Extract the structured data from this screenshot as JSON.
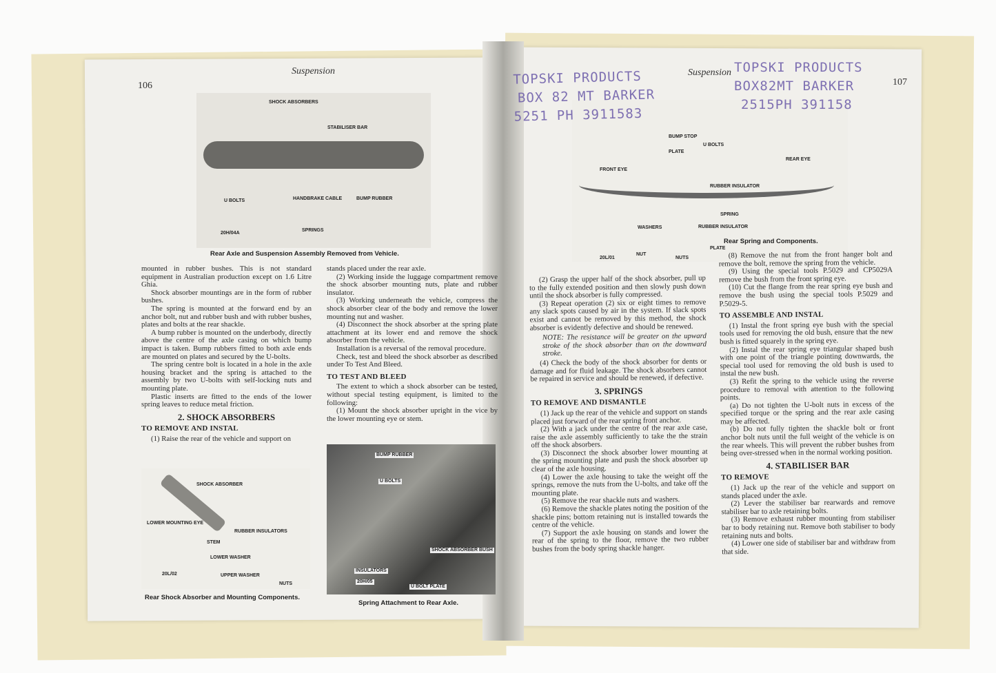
{
  "left_page": {
    "number": "106",
    "running_head": "Suspension",
    "fig1": {
      "labels": [
        "SHOCK ABSORBERS",
        "STABILISER BAR",
        "U BOLTS",
        "HANDBRAKE CABLE",
        "BUMP RUBBER",
        "SPRINGS",
        "20H/04A"
      ],
      "caption": "Rear Axle and Suspension Assembly Removed from Vehicle."
    },
    "fig2": {
      "labels": [
        "SHOCK ABSORBER",
        "LOWER MOUNTING EYE",
        "RUBBER INSULATORS",
        "STEM",
        "LOWER WASHER",
        "UPPER WASHER",
        "NUTS",
        "20L/02"
      ],
      "caption": "Rear Shock Absorber and Mounting Components."
    },
    "fig3": {
      "labels": [
        "BUMP RUBBER",
        "U BOLTS",
        "SHOCK ABSORBER BUSH",
        "INSULATORS",
        "20H/05",
        "U BOLT PLATE"
      ],
      "caption": "Spring Attachment to Rear Axle."
    },
    "col1": [
      {
        "t": "p0",
        "text": "mounted in rubber bushes. This is not standard equipment in Australian production except on 1.6 Litre Ghia."
      },
      {
        "t": "p",
        "text": "Shock absorber mountings are in the form of rubber bushes."
      },
      {
        "t": "p",
        "text": "The spring is mounted at the forward end by an anchor bolt, nut and rubber bush and with rubber bushes, plates and bolts at the rear shackle."
      },
      {
        "t": "p",
        "text": "A bump rubber is mounted on the underbody, directly above the centre of the axle casing on which bump impact is taken. Bump rubbers fitted to both axle ends are mounted on plates and secured by the U-bolts."
      },
      {
        "t": "p",
        "text": "The spring centre bolt is located in a hole in the axle housing bracket and the spring is attached to the assembly by two U-bolts with self-locking nuts and mounting plate."
      },
      {
        "t": "p",
        "text": "Plastic inserts are fitted to the ends of the lower spring leaves to reduce metal friction."
      },
      {
        "t": "sec",
        "text": "2. SHOCK ABSORBERS"
      },
      {
        "t": "h",
        "text": "TO REMOVE AND INSTAL"
      },
      {
        "t": "p",
        "text": "(1) Raise the rear of the vehicle and support on"
      }
    ],
    "col2": [
      {
        "t": "p0",
        "text": "stands placed under the rear axle."
      },
      {
        "t": "p",
        "text": "(2) Working inside the luggage compartment remove the shock absorber mounting nuts, plate and rubber insulator."
      },
      {
        "t": "p",
        "text": "(3) Working underneath the vehicle, compress the shock absorber clear of the body and remove the lower mounting nut and washer."
      },
      {
        "t": "p",
        "text": "(4) Disconnect the shock absorber at the spring plate attachment at its lower end and remove the shock absorber from the vehicle."
      },
      {
        "t": "p",
        "text": "Installation is a reversal of the removal procedure."
      },
      {
        "t": "p",
        "text": "Check, test and bleed the shock absorber as described under To Test And Bleed."
      },
      {
        "t": "h",
        "text": "TO TEST AND BLEED"
      },
      {
        "t": "p",
        "text": "The extent to which a shock absorber can be tested, without special testing equipment, is limited to the following:"
      },
      {
        "t": "p",
        "text": "(1) Mount the shock absorber upright in the vice by the lower mounting eye or stem."
      }
    ]
  },
  "right_page": {
    "number": "107",
    "running_head": "Suspension",
    "fig4": {
      "labels": [
        "BUMP STOP",
        "U BOLTS",
        "PLATE",
        "FRONT EYE",
        "REAR EYE",
        "RUBBER INSULATOR",
        "SPRING",
        "RUBBER INSULATOR",
        "WASHERS",
        "NUT",
        "NUTS",
        "PLATE",
        "20L/01"
      ],
      "caption": "Rear Spring and Components."
    },
    "col1": [
      {
        "t": "p",
        "text": "(2) Grasp the upper half of the shock absorber, pull up to the fully extended position and then slowly push down until the shock absorber is fully compressed."
      },
      {
        "t": "p",
        "text": "(3) Repeat operation (2) six or eight times to remove any slack spots caused by air in the system. If slack spots exist and cannot be removed by this method, the shock absorber is evidently defective and should be renewed."
      },
      {
        "t": "note",
        "text": "NOTE: The resistance will be greater on the upward stroke of the shock absorber than on the downward stroke."
      },
      {
        "t": "p",
        "text": "(4) Check the body of the shock absorber for dents or damage and for fluid leakage. The shock absorbers cannot be repaired in service and should be renewed, if defective."
      },
      {
        "t": "sec",
        "text": "3. SPRINGS"
      },
      {
        "t": "h",
        "text": "TO REMOVE AND DISMANTLE"
      },
      {
        "t": "p",
        "text": "(1) Jack up the rear of the vehicle and support on stands placed just forward of the rear spring front anchor."
      },
      {
        "t": "p",
        "text": "(2) With a jack under the centre of the rear axle case, raise the axle assembly sufficiently to take the the strain off the shock absorbers."
      },
      {
        "t": "p",
        "text": "(3) Disconnect the shock absorber lower mounting at the spring mounting plate and push the shock absorber up clear of the axle housing."
      },
      {
        "t": "p",
        "text": "(4) Lower the axle housing to take the weight off the springs, remove the nuts from the U-bolts, and take off the mounting plate."
      },
      {
        "t": "p",
        "text": "(5) Remove the rear shackle nuts and washers."
      },
      {
        "t": "p",
        "text": "(6) Remove the shackle plates noting the position of the shackle pins; bottom retaining nut is installed towards the centre of the vehicle."
      },
      {
        "t": "p",
        "text": "(7) Support the axle housing on stands and lower the rear of the spring to the floor, remove the two rubber bushes from the body spring shackle hanger."
      }
    ],
    "col2": [
      {
        "t": "p",
        "text": "(8) Remove the nut from the front hanger bolt and remove the bolt, remove the spring from the vehicle."
      },
      {
        "t": "p",
        "text": "(9) Using the special tools P.5029 and CP5029A remove the bush from the front spring eye."
      },
      {
        "t": "p",
        "text": "(10) Cut the flange from the rear spring eye bush and remove the bush using the special tools P.5029 and P.5029-5."
      },
      {
        "t": "h",
        "text": "TO ASSEMBLE AND INSTAL"
      },
      {
        "t": "p",
        "text": "(1) Instal the front spring eye bush with the special tools used for removing the old bush, ensure that the new bush is fitted squarely in the spring eye."
      },
      {
        "t": "p",
        "text": "(2) Instal the rear spring eye triangular shaped bush with one point of the triangle pointing downwards, the special tool used for removing the old bush is used to instal the new bush."
      },
      {
        "t": "p",
        "text": "(3) Refit the spring to the vehicle using the reverse procedure to removal with attention to the following points."
      },
      {
        "t": "p",
        "text": "(a) Do not tighten the U-bolt nuts in excess of the specified torque or the spring and the rear axle casing may be affected."
      },
      {
        "t": "p",
        "text": "(b) Do not fully tighten the shackle bolt or front anchor bolt nuts until the full weight of the vehicle is on the rear wheels. This will prevent the rubber bushes from being over-stressed when in the normal working position."
      },
      {
        "t": "sec",
        "text": "4. STABILISER BAR"
      },
      {
        "t": "h",
        "text": "TO REMOVE"
      },
      {
        "t": "p",
        "text": "(1) Jack up the rear of the vehicle and support on stands placed under the axle."
      },
      {
        "t": "p",
        "text": "(2) Lever the stabiliser bar rearwards and remove stabiliser bar to axle retaining bolts."
      },
      {
        "t": "p",
        "text": "(3) Remove exhaust rubber mounting from stabiliser bar to body retaining nut. Remove both stabiliser to body retaining nuts and bolts."
      },
      {
        "t": "p",
        "text": "(4) Lower one side of stabiliser bar and withdraw from that side."
      }
    ],
    "stamp1": [
      "TOPSKI PRODUCTS",
      "BOX 82 MT BARKER",
      "5251 PH 3911583"
    ],
    "stamp2": [
      "TOPSKI PRODUCTS",
      "BOX82MT BARKER",
      "2515PH 391158"
    ]
  }
}
